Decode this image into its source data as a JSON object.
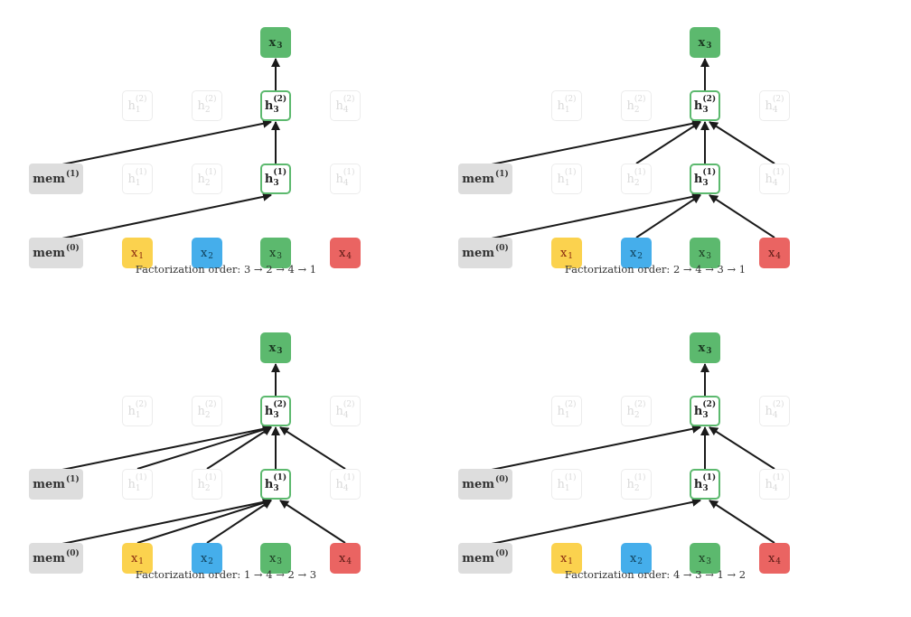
{
  "labels": {
    "x_prefix": "x",
    "h_prefix": "h",
    "mem_prefix": "mem"
  },
  "colors": {
    "x1": "#fbd24e",
    "x2": "#45aeeb",
    "x3": "#5cb96e",
    "x4": "#ea6462",
    "active_border": "#5cb96e",
    "mem_fill": "#dddddd",
    "ghost_border": "#ececec",
    "edge": "#1a1a1a"
  },
  "panels": [
    {
      "caption": "Factorization order: 3 → 2 → 4 → 1",
      "mem_layer1": "(1)",
      "mem_layer0": "(0)",
      "target": "3",
      "edges_to_h2": [
        "mem",
        "h3"
      ],
      "edges_to_h1": [
        "mem"
      ]
    },
    {
      "caption": "Factorization order: 2 → 4 → 3 → 1",
      "mem_layer1": "(1)",
      "mem_layer0": "(0)",
      "target": "3",
      "edges_to_h2": [
        "mem",
        "h2",
        "h3",
        "h4"
      ],
      "edges_to_h1": [
        "mem",
        "x2",
        "x4"
      ]
    },
    {
      "caption": "Factorization order: 1 → 4 → 2 → 3",
      "mem_layer1": "(1)",
      "mem_layer0": "(0)",
      "target": "3",
      "edges_to_h2": [
        "mem",
        "h1",
        "h2",
        "h3",
        "h4"
      ],
      "edges_to_h1": [
        "mem",
        "x1",
        "x2",
        "x4"
      ]
    },
    {
      "caption": "Factorization order: 4 → 3 → 1 → 2",
      "mem_layer1": "(0)",
      "mem_layer0": "(0)",
      "target": "3",
      "edges_to_h2": [
        "mem",
        "h3",
        "h4"
      ],
      "edges_to_h1": [
        "mem",
        "x4"
      ]
    }
  ]
}
